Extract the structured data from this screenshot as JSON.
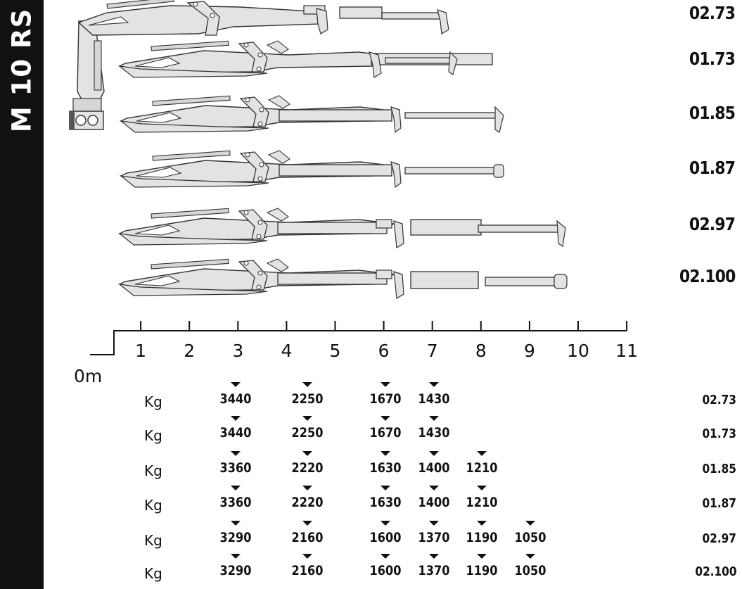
{
  "sidebar": {
    "title": "M 10 RS"
  },
  "colors": {
    "sidebar_bg": "#111111",
    "boom_fill": "#e3e3e3",
    "outline": "#333333",
    "text": "#111111"
  },
  "boom_models": [
    "02.73",
    "01.73",
    "01.85",
    "01.87",
    "02.97",
    "02.100"
  ],
  "scale": {
    "origin_label": "0m",
    "ticks": [
      "1",
      "2",
      "3",
      "4",
      "5",
      "6",
      "7",
      "8",
      "9",
      "10",
      "11"
    ]
  },
  "capacity_table": {
    "unit_label": "Kg",
    "rows": [
      {
        "model": "02.73",
        "values": [
          "3440",
          "2250",
          "1670",
          "1430",
          "",
          ""
        ]
      },
      {
        "model": "01.73",
        "values": [
          "3440",
          "2250",
          "1670",
          "1430",
          "",
          ""
        ]
      },
      {
        "model": "01.85",
        "values": [
          "3360",
          "2220",
          "1630",
          "1400",
          "1210",
          ""
        ]
      },
      {
        "model": "01.87",
        "values": [
          "3360",
          "2220",
          "1630",
          "1400",
          "1210",
          ""
        ]
      },
      {
        "model": "02.97",
        "values": [
          "3290",
          "2160",
          "1600",
          "1370",
          "1190",
          "1050"
        ]
      },
      {
        "model": "02.100",
        "values": [
          "3290",
          "2160",
          "1600",
          "1370",
          "1190",
          "1050"
        ]
      }
    ]
  }
}
